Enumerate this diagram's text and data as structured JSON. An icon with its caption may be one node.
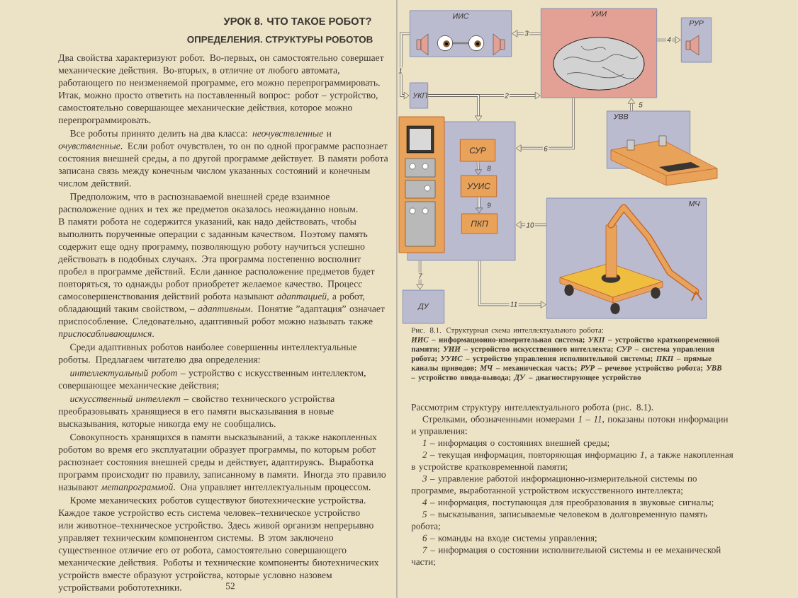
{
  "diagram": {
    "title": "УРОК 8. ЧТО ТАКОЕ РОБОТ?",
    "caption": "Рис. 8.1. Структурная схема интеллектуального робота:",
    "nodes": [
      {
        "text": [
          "ИИС"
        ]
      },
      {
        "text": [
          "УИИ"
        ]
      },
      {
        "text": [
          "РУР"
        ]
      },
      {
        "text": [
          "УКП"
        ]
      },
      {
        "text": [],
        "shape": "box"
      },
      {
        "text": [
          "СУР"
        ],
        "in": 4
      },
      {
        "text": [
          "УУИС"
        ],
        "in": 4
      },
      {
        "text": [
          "ПКП"
        ],
        "in": 4
      },
      {
        "text": [
          "УВВ"
        ]
      },
      {
        "text": [
          "МЧ"
        ]
      },
      {
        "text": [
          "ДУ"
        ]
      }
    ],
    "edges": [
      {
        "from": 0,
        "to": 3,
        "arrow": "to",
        "label": "1"
      },
      {
        "from": 3,
        "to": 1,
        "arrow": "to",
        "label": "2"
      },
      {
        "from": 3,
        "to": 4,
        "arrow": "to"
      },
      {
        "from": 1,
        "to": 0,
        "arrow": "to",
        "label": "3"
      },
      {
        "from": 1,
        "to": 2,
        "arrow": "to",
        "label": "4"
      },
      {
        "from": 8,
        "to": 1,
        "arrow": "to",
        "label": "5"
      },
      {
        "from": 1,
        "to": 4,
        "arrow": "to",
        "label": "6"
      },
      {
        "from": 4,
        "to": 10,
        "arrow": "to",
        "label": "7"
      },
      {
        "from": 5,
        "to": 6,
        "arrow": "to",
        "label": "8"
      },
      {
        "from": 6,
        "to": 7,
        "arrow": "to",
        "label": "9"
      },
      {
        "from": 9,
        "to": 4,
        "arrow": "to",
        "label": "10"
      },
      {
        "from": 4,
        "to": 9,
        "arrow": "to",
        "label": "11"
      }
    ],
    "labels": [
      "ОПРЕДЕЛЕНИЯ. СТРУКТУРЫ РОБОТОВ",
      "Два свойства характеризуют робот. Во-первых, он самостоятельно совершает механические действия. Во-вторых, в отличие от любого автомата, работающего по неизменяемой программе, его можно перепрограммировать. Итак, можно просто ответить на поставленный вопрос: робот – устройство, самостоятельно совершающее механические действия, которое можно перепрограммировать.",
      "Все роботы принято делить на два класса: *неочувствленные* и *очувствленные*. Если робот очувствлен, то он по одной программе распознает состояния внешней среды, а по другой программе действует. В памяти робота записана связь между конечным числом указанных состояний и конечным числом действий.",
      "Предположим, что в распознаваемой внешней среде взаимное расположение одних и тех же предметов оказалось неожиданно новым. В памяти робота не содержится указаний, как надо действовать, чтобы выполнить порученные операции с заданным качеством. Поэтому память содержит еще одну программу, позволяющую роботу научиться успешно действовать в подобных случаях. Эта программа постепенно восполнит пробел в программе действий. Если данное расположение предметов будет повторяться, то однажды робот приобретет желаемое качество. Процесс самосовершенствования действий робота называют *адаптацией*, а робот, обладающий таким свойством, – *адаптивным*. Понятие ”адаптация” означает приспособление. Следовательно, адаптивный робот можно называть также *приспосабливающимся*.",
      "Среди адаптивных роботов наиболее совершенны интеллектуальные роботы. Предлагаем читателю два определения:",
      "*интеллектуальный робот* – устройство с искусственным интеллектом, совершающее механические действия;",
      "*искусственный интеллект* – свойство технического устройства преобразовывать хранящиеся в его памяти высказывания в новые высказывания, которые никогда ему не сообщались.",
      "Совокупность хранящихся в памяти высказываний, а также накопленных роботом во время его эксплуатации образует программы, по которым робот распознает состояния внешней среды и действует, адаптируясь. Выработка программ происходит по правилу, записанному в памяти. Иногда это правило называют *метапрограммой*. Она управляет интеллектуальным процессом.",
      "Кроме механических роботов существуют биотехнические устройства. Каждое такое устройство есть система человек–техническое устройство или животное–техническое устройство. Здесь живой организм непрерывно управляет техническим компонентом системы. В этом заключено существенное отличие его от робота, самостоятельно совершающего механические действия. Роботы и технические компоненты биотехнических устройств вместе образуют устройства, которые условно назовем устройствами робототехники.",
      "52",
      "*ИИС* – информационно-измерительная система; *УКП* – устройство кратковременной памяти; *УИИ* – устройство искусственного интеллекта; *СУР* – система управления робота; *УУИС* – устройство управления исполнительной системы; *ПКП* – прямые каналы приводов; *МЧ* – механическая часть; *РУР* – речевое устройство робота; *УВВ* – устройство ввода-вывода; *ДУ* – диагностирующее устройство",
      "Рассмотрим структуру интеллектуального робота (рис. 8.1).",
      "Стрелками, обозначенными номерами *1 – 11*, показаны потоки информации и управления:",
      "*1* – информация о состояниях внешней среды;",
      "*2* – текущая информация, повторяющая информацию *1*, а также накопленная в устройстве кратковременной памяти;",
      "*3* – управление работой информационно-измерительной системы по программе, выработанной устройством искусственного интеллекта;",
      "*4* – информация, поступающая для преобразования в звуковые сигналы;",
      "*5* – высказывания, записываемые человеком в долговременную память робота;",
      "*6* – команды на входе системы управления;",
      "*7* – информация о состоянии исполнительной системы и ее механической части;"
    ]
  }
}
